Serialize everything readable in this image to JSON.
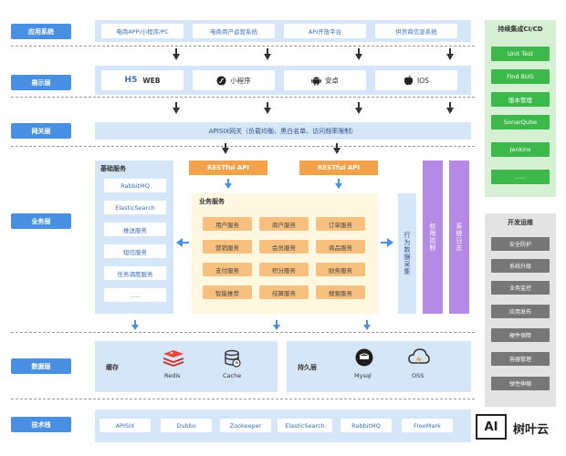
{
  "layers": {
    "app": "应用系统",
    "display": "展示层",
    "gateway": "网关层",
    "business": "业务层",
    "data": "数据层",
    "tech": "技术栈"
  },
  "app_items": [
    "电商APP/小程序/PC",
    "电商商户运营系统",
    "API开放平台",
    "供货商信息系统"
  ],
  "display_items": [
    {
      "icon": "H5",
      "label": "WEB"
    },
    {
      "icon": "mini-program-icon",
      "label": "小程序"
    },
    {
      "icon": "android-icon",
      "label": "安卓"
    },
    {
      "icon": "apple-icon",
      "label": "IOS"
    }
  ],
  "gateway_text": "APISIX网关（负载均衡、黑白名单、访问频率限制）",
  "basic_services": {
    "title": "基础服务",
    "items": [
      "RabbitMQ",
      "ElasticSearch",
      "推送服务",
      "短信服务",
      "任务调度服务",
      "......"
    ]
  },
  "restful": [
    "RESTful API",
    "RESTful API"
  ],
  "biz_services": {
    "title": "业务服务",
    "items": [
      "用户服务",
      "商户服务",
      "订单服务",
      "营销服务",
      "会员服务",
      "商品服务",
      "支付服务",
      "积分服务",
      "财务服务",
      "智能推荐",
      "结算服务",
      "搜索服务"
    ]
  },
  "behavior": "行为数据采集",
  "authority": "权限控制",
  "syslog": "系统日志",
  "cache": {
    "title": "缓存",
    "items": [
      "Redis",
      "Cache"
    ]
  },
  "persist": {
    "title": "持久层",
    "items": [
      "Mysql",
      "OSS"
    ]
  },
  "tech_items": [
    "APISIX",
    "Dubbo",
    "Zookeeper",
    "ElasticSearch",
    "RabbitMQ",
    "FreeMark"
  ],
  "cicd": {
    "title": "持续集成CI/CD",
    "items": [
      "Unit Test",
      "Find BUG",
      "版本管理",
      "SonarQube",
      "Jenkins",
      "......"
    ]
  },
  "devops": {
    "title": "开发运维",
    "items": [
      "安全防护",
      "系统升级",
      "业务监控",
      "应用发布",
      "硬件保障",
      "容器管理",
      "弹性伸缩"
    ]
  },
  "watermark": {
    "logo": "AI",
    "text": "树叶云"
  },
  "colors": {
    "blue": "#4a90e2",
    "band": "#d6e6f9",
    "orange": "#f5a24b",
    "purple": "#b58ae6",
    "green": "#3db94b",
    "gray": "#777777"
  }
}
